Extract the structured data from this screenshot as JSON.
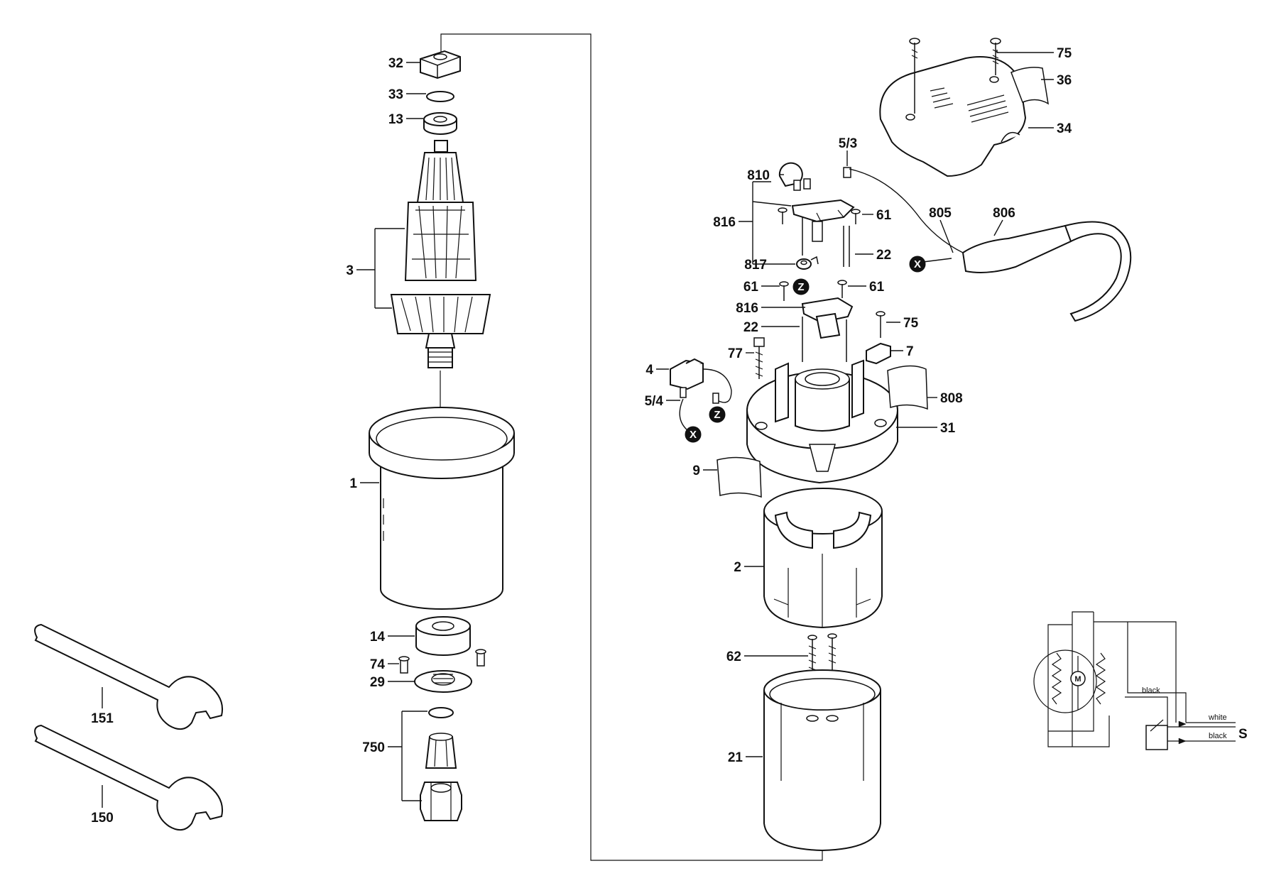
{
  "colors": {
    "ink": "#111111",
    "paper": "#ffffff",
    "shade": "#e4e4e4"
  },
  "labels": {
    "p32": "32",
    "p33": "33",
    "p13": "13",
    "p3": "3",
    "p1": "1",
    "p14": "14",
    "p74": "74",
    "p29": "29",
    "p750": "750",
    "p151": "151",
    "p150": "150",
    "p75a": "75",
    "p36": "36",
    "p34": "34",
    "p53": "5/3",
    "p810": "810",
    "p816a": "816",
    "p61a": "61",
    "p805": "805",
    "p806": "806",
    "p817": "817",
    "p22a": "22",
    "p61b": "61",
    "p61c": "61",
    "p816b": "816",
    "p75b": "75",
    "p22b": "22",
    "p77": "77",
    "p7": "7",
    "p4": "4",
    "p808": "808",
    "p54": "5/4",
    "p31": "31",
    "p9": "9",
    "p2": "2",
    "p62": "62",
    "p21": "21"
  },
  "markers": {
    "x1": "X",
    "z1": "Z",
    "z2": "Z",
    "x2": "X"
  },
  "wiring": {
    "motor": "M",
    "wire_black_top": "black",
    "wire_white": "white",
    "wire_black_bottom": "black",
    "switch_symbol": "S"
  }
}
